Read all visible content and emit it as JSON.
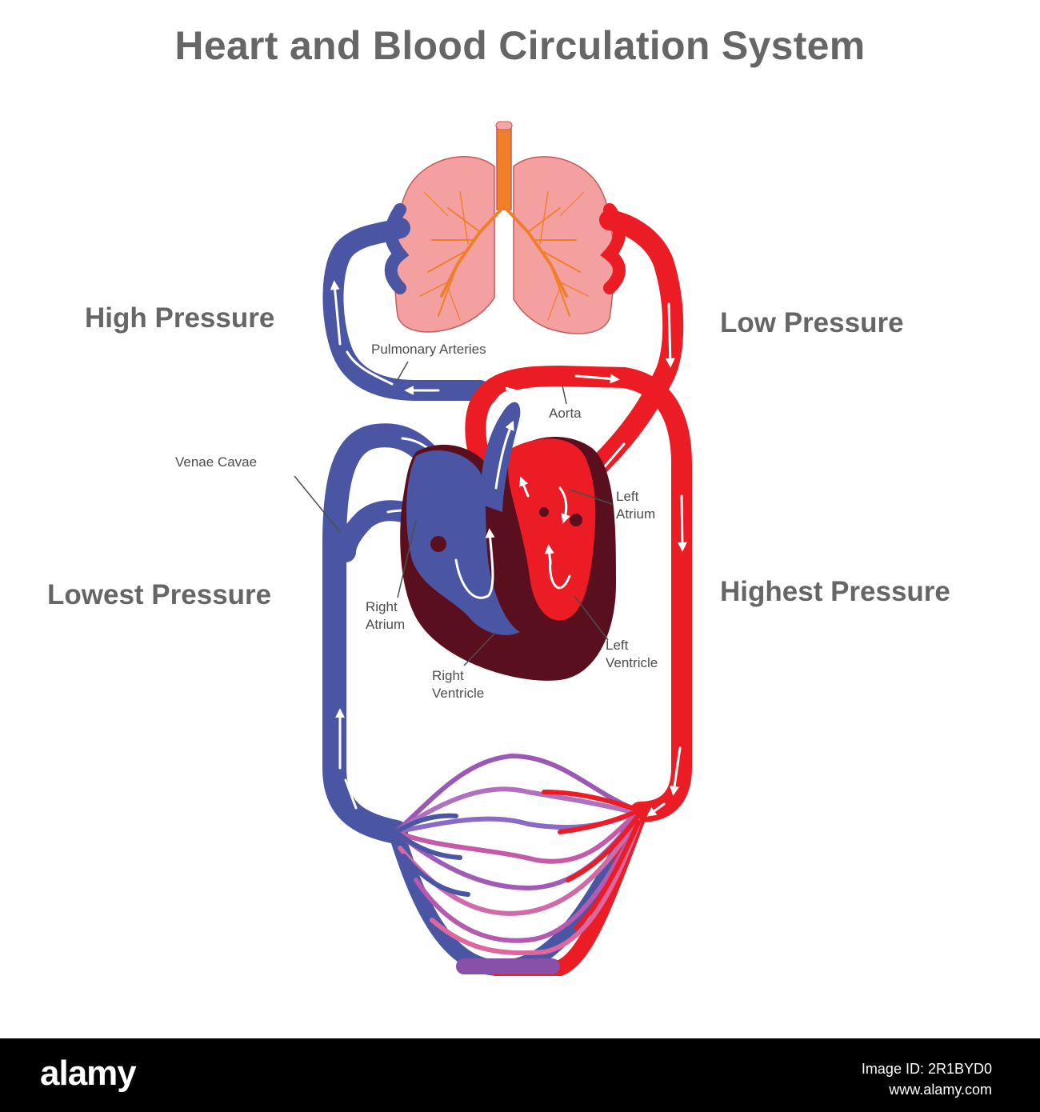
{
  "title": "Heart and Blood Circulation System",
  "labels": {
    "high_pressure": "High Pressure",
    "low_pressure": "Low Pressure",
    "lowest_pressure": "Lowest Pressure",
    "highest_pressure": "Highest Pressure",
    "pulmonary_arteries": "Pulmonary Arteries",
    "aorta": "Aorta",
    "venae_cavae": "Venae  Cavae",
    "left_atrium_1": "Left",
    "left_atrium_2": "Atrium",
    "right_atrium_1": "Right",
    "right_atrium_2": "Atrium",
    "left_ventricle_1": "Left",
    "left_ventricle_2": "Ventricle",
    "right_ventricle_1": "Right",
    "right_ventricle_2": "Ventricle"
  },
  "footer": {
    "brand": "alamy",
    "image_id": "Image ID: 2R1BYD0",
    "url": "www.alamy.com"
  },
  "colors": {
    "vein_blue": "#4a55a3",
    "artery_red": "#ec1c24",
    "heart_dark": "#5a0f1e",
    "lung_pink": "#f4a0a0",
    "trachea_orange": "#f07f2a",
    "label_gray": "#666666"
  }
}
